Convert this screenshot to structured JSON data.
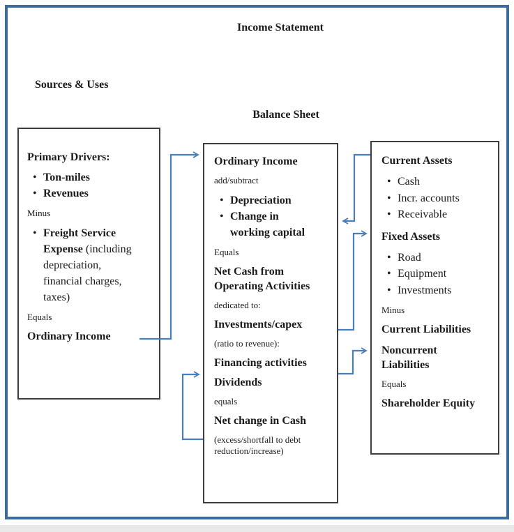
{
  "page": {
    "title": "Income Statement",
    "section_labels": {
      "left": "Sources & Uses",
      "middle": "Balance Sheet"
    }
  },
  "colors": {
    "frame_border": "#3c6c9e",
    "connector": "#4a7ebb",
    "box_border": "#3d3d3d",
    "text": "#1b1b1b"
  },
  "boxes": {
    "sources_uses": {
      "lines": [
        {
          "type": "heading",
          "text": "Primary Drivers:"
        },
        {
          "type": "bullet-bold",
          "text": "Ton-miles"
        },
        {
          "type": "bullet-bold",
          "text": "Revenues"
        },
        {
          "type": "small",
          "text": "Minus"
        },
        {
          "type": "bullet-bold",
          "text": "Freight Service\nExpense",
          "suffix": " (including\ndepreciation,\nfinancial charges,\ntaxes)"
        },
        {
          "type": "small",
          "text": "Equals"
        },
        {
          "type": "heading",
          "text": "Ordinary Income"
        }
      ]
    },
    "cash_flow": {
      "lines": [
        {
          "type": "heading",
          "text": "Ordinary Income"
        },
        {
          "type": "small",
          "text": "add/subtract"
        },
        {
          "type": "bullet-bold",
          "text": "Depreciation"
        },
        {
          "type": "bullet-bold",
          "text": "Change in\nworking capital"
        },
        {
          "type": "small",
          "text": "Equals"
        },
        {
          "type": "heading",
          "text": "Net Cash from\nOperating Activities"
        },
        {
          "type": "small",
          "text": "dedicated to:"
        },
        {
          "type": "heading",
          "text": "Investments/capex"
        },
        {
          "type": "small",
          "text": "(ratio to revenue):"
        },
        {
          "type": "heading",
          "text": "Financing activities"
        },
        {
          "type": "heading",
          "text": "Dividends"
        },
        {
          "type": "small",
          "text": "equals"
        },
        {
          "type": "heading",
          "text": "Net change in Cash"
        },
        {
          "type": "small",
          "text": "(excess/shortfall to debt\nreduction/increase)"
        }
      ]
    },
    "balance_sheet": {
      "lines": [
        {
          "type": "heading",
          "text": "Current Assets"
        },
        {
          "type": "bullet",
          "text": "Cash"
        },
        {
          "type": "bullet",
          "text": "Incr. accounts"
        },
        {
          "type": "bullet",
          "text": "Receivable"
        },
        {
          "type": "heading",
          "text": "Fixed Assets"
        },
        {
          "type": "bullet",
          "text": "Road"
        },
        {
          "type": "bullet",
          "text": "Equipment"
        },
        {
          "type": "bullet",
          "text": "Investments"
        },
        {
          "type": "small",
          "text": "Minus"
        },
        {
          "type": "heading",
          "text": "Current Liabilities"
        },
        {
          "type": "heading",
          "text": "Noncurrent\nLiabilities"
        },
        {
          "type": "small",
          "text": "Equals"
        },
        {
          "type": "heading",
          "text": "Shareholder Equity"
        }
      ]
    }
  },
  "connectors": [
    {
      "from": "sources-uses.ordinary-income",
      "to": "cash-flow.ordinary-income",
      "direction": "right"
    },
    {
      "from": "balance-sheet.current-assets",
      "to": "cash-flow.change-in-working-capital",
      "direction": "left"
    },
    {
      "from": "cash-flow.investments-capex",
      "to": "balance-sheet.fixed-assets",
      "direction": "right"
    },
    {
      "from": "cash-flow.financing-activities",
      "to": "balance-sheet.noncurrent-liabilities",
      "direction": "right"
    },
    {
      "from": "cash-flow.net-change-in-cash",
      "to": "cash-flow.financing-activities",
      "direction": "right"
    }
  ]
}
